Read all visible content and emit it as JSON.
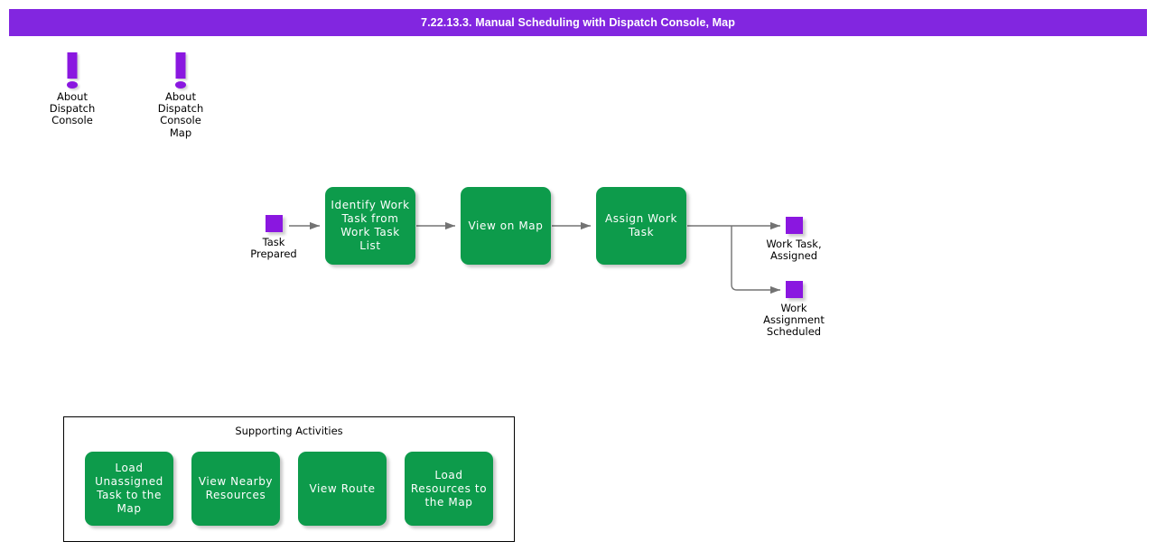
{
  "header": {
    "title": "7.22.13.3. Manual Scheduling with Dispatch Console, Map",
    "background_color": "#8226e0",
    "text_color": "#ffffff"
  },
  "colors": {
    "activity_green": "#0d9b4b",
    "state_purple": "#8a17e0",
    "header_purple": "#8226e0",
    "connector_gray": "#737373",
    "panel_border": "#000000",
    "canvas_background": "#ffffff"
  },
  "notes": [
    {
      "icon": "exclamation-icon",
      "label": "About\nDispatch\nConsole"
    },
    {
      "icon": "exclamation-icon",
      "label": "About\nDispatch\nConsole\nMap"
    }
  ],
  "flow": {
    "start_state": {
      "label": "Task\nPrepared",
      "shape": "square",
      "color": "#8a17e0"
    },
    "activities": [
      {
        "label": "Identify Work Task from Work Task List"
      },
      {
        "label": "View on Map"
      },
      {
        "label": "Assign Work Task"
      }
    ],
    "end_states": [
      {
        "label": "Work Task,\nAssigned",
        "shape": "square",
        "color": "#8a17e0"
      },
      {
        "label": "Work\nAssignment\nScheduled",
        "shape": "square",
        "color": "#8a17e0"
      }
    ]
  },
  "supporting": {
    "title": "Supporting Activities",
    "activities": [
      {
        "label": "Load Unassigned Task to the Map"
      },
      {
        "label": "View Nearby Resources"
      },
      {
        "label": "View Route"
      },
      {
        "label": "Load Resources to the Map"
      }
    ]
  }
}
